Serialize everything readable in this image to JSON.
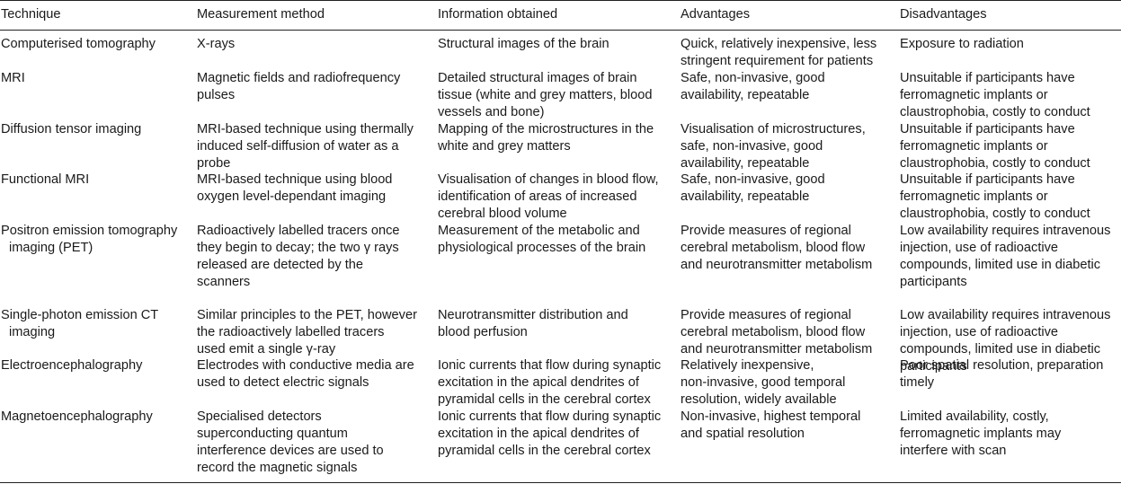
{
  "headers": [
    "Technique",
    "Measurement method",
    "Information obtained",
    "Advantages",
    "Disadvantages"
  ],
  "rows": [
    {
      "technique": [
        "Computerised tomography"
      ],
      "method": [
        "X-rays"
      ],
      "info": [
        "Structural images of the brain"
      ],
      "advantages": [
        "Quick, relatively inexpensive, less",
        "stringent requirement for patients"
      ],
      "disadvantages": [
        "Exposure to radiation"
      ]
    },
    {
      "technique": [
        "MRI"
      ],
      "method": [
        "Magnetic fields and radiofrequency",
        "pulses"
      ],
      "info": [
        "Detailed structural images of brain",
        "tissue (white and grey matters, blood",
        "vessels and bone)"
      ],
      "advantages": [
        "Safe, non-invasive, good",
        "availability, repeatable"
      ],
      "disadvantages": [
        "Unsuitable if participants have",
        "ferromagnetic implants or",
        "claustrophobia, costly to conduct"
      ]
    },
    {
      "technique": [
        "Diffusion tensor imaging"
      ],
      "method": [
        "MRI-based technique using thermally",
        "induced self-diffusion of water as a",
        "probe"
      ],
      "info": [
        "Mapping of the microstructures in the",
        "white and grey matters"
      ],
      "advantages": [
        "Visualisation of microstructures,",
        "safe, non-invasive, good",
        "availability, repeatable"
      ],
      "disadvantages": [
        "Unsuitable if participants have",
        "ferromagnetic implants or",
        "claustrophobia, costly to conduct"
      ]
    },
    {
      "technique": [
        "Functional MRI"
      ],
      "method": [
        "MRI-based technique using blood",
        "oxygen level-dependant imaging"
      ],
      "info": [
        "Visualisation of changes in blood flow,",
        "identification of areas of increased",
        "cerebral blood volume"
      ],
      "advantages": [
        "Safe, non-invasive, good",
        "availability, repeatable"
      ],
      "disadvantages": [
        "Unsuitable if participants have",
        "ferromagnetic implants or",
        "claustrophobia, costly to conduct"
      ]
    },
    {
      "technique": [
        "Positron emission tomography",
        "imaging (PET)"
      ],
      "method": [
        "Radioactively labelled tracers once",
        "they begin to decay; the two γ rays",
        "released are detected by the",
        "scanners"
      ],
      "info": [
        "Measurement of the metabolic and",
        "physiological processes of the brain"
      ],
      "advantages": [
        "Provide measures of regional",
        "cerebral metabolism, blood flow",
        "and neurotransmitter metabolism"
      ],
      "disadvantages": [
        "Low availability requires intravenous",
        "injection, use of radioactive",
        "compounds, limited use in diabetic",
        "participants"
      ]
    },
    {
      "technique": [
        "Single-photon emission CT",
        "imaging"
      ],
      "method": [
        "Similar principles to the PET, however",
        "the radioactively labelled tracers",
        "used emit a single γ-ray"
      ],
      "info": [
        "Neurotransmitter distribution and",
        "blood perfusion"
      ],
      "advantages": [
        "Provide measures of regional",
        "cerebral metabolism, blood flow",
        "and neurotransmitter metabolism"
      ],
      "disadvantages": [
        "Low availability requires intravenous",
        "injection, use of radioactive",
        "compounds, limited use in diabetic",
        "participants"
      ]
    },
    {
      "technique": [
        "Electroencephalography"
      ],
      "method": [
        "Electrodes with conductive media are",
        "used to detect electric signals"
      ],
      "info": [
        "Ionic currents that flow during synaptic",
        "excitation in the apical dendrites of",
        "pyramidal cells in the cerebral cortex"
      ],
      "advantages": [
        "Relatively inexpensive,",
        "non-invasive, good temporal",
        "resolution, widely available"
      ],
      "disadvantages": [
        "Poor spatial resolution, preparation",
        "timely"
      ]
    },
    {
      "technique": [
        "Magnetoencephalography"
      ],
      "method": [
        "Specialised detectors",
        "superconducting quantum",
        "interference devices are used to",
        "record the magnetic signals"
      ],
      "info": [
        "Ionic currents that flow during synaptic",
        "excitation in the apical dendrites of",
        "pyramidal cells in the cerebral cortex"
      ],
      "advantages": [
        "Non-invasive, highest temporal",
        "and spatial resolution"
      ],
      "disadvantages": [
        "Limited availability, costly,",
        "ferromagnetic implants may",
        "interfere with scan"
      ]
    }
  ]
}
